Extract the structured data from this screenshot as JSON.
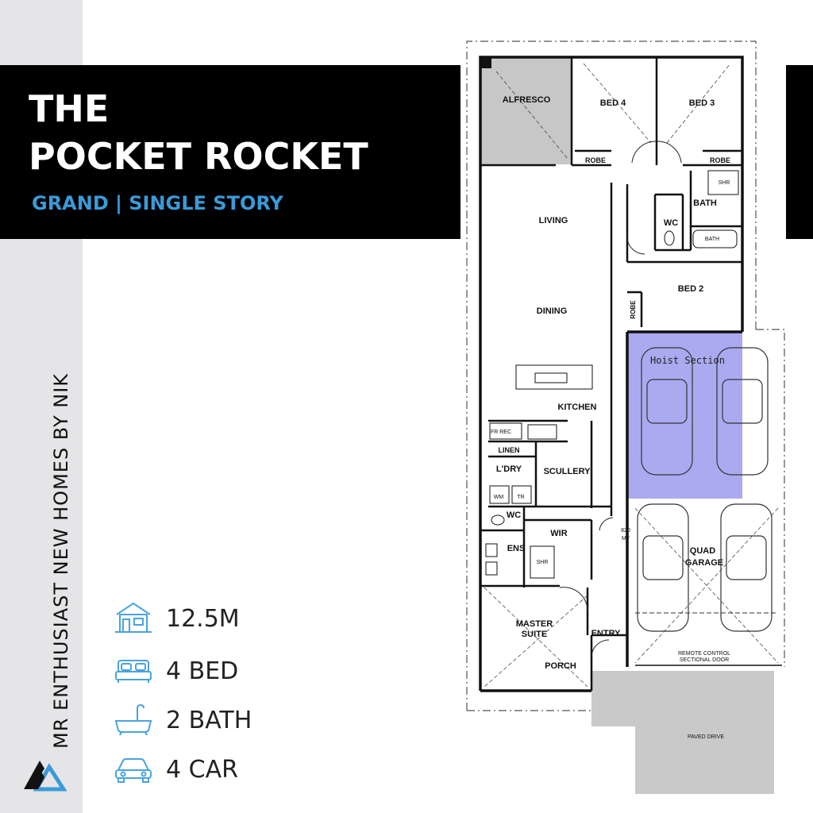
{
  "sidebar": {
    "brand_text": "MR ENTHUSIAST NEW HOMES BY NIK"
  },
  "header": {
    "title_line1": "THE",
    "title_line2": "POCKET ROCKET",
    "subtitle": "GRAND | SINGLE STORY"
  },
  "features": [
    {
      "icon": "house-icon",
      "text": "12.5M"
    },
    {
      "icon": "bed-icon",
      "text": "4 BED"
    },
    {
      "icon": "bathtub-icon",
      "text": "2 BATH"
    },
    {
      "icon": "car-icon",
      "text": "4 CAR"
    }
  ],
  "floorplan": {
    "rooms": {
      "alfresco": "ALFRESCO",
      "bed4": "BED 4",
      "bed3": "BED 3",
      "robe_bed4": "ROBE",
      "robe_bed3": "ROBE",
      "shr": "SHR",
      "bath": "BATH",
      "bath_tub": "BATH",
      "wc_top": "WC",
      "living": "LIVING",
      "dining": "DINING",
      "bed2": "BED 2",
      "robe_bed2": "ROBE",
      "kitchen": "KITCHEN",
      "fr_rec": "FR REC",
      "linen": "LINEN",
      "ldry": "L'DRY",
      "scullery": "SCULLERY",
      "wm": "WM",
      "tr": "TR",
      "wc_bottom": "WC",
      "wir": "WIR",
      "ens": "ENS",
      "ens_shr": "SHR",
      "master_line1": "MASTER",
      "master_line2": "SUITE",
      "entry": "ENTRY",
      "porch": "PORCH",
      "quad_line1": "QUAD",
      "quad_line2": "GARAGE",
      "door_820": "820",
      "door_mf": "MF",
      "remote_line1": "REMOTE CONTROL",
      "remote_line2": "SECTIONAL DOOR",
      "paved_drive": "PAVED DRIVE",
      "hoist_section": "Hoist Section"
    },
    "colors": {
      "alfresco": "#c7c7c7",
      "hoist": "#aaaaf0",
      "paved": "#c9c9c9",
      "wall": "#111111"
    }
  }
}
